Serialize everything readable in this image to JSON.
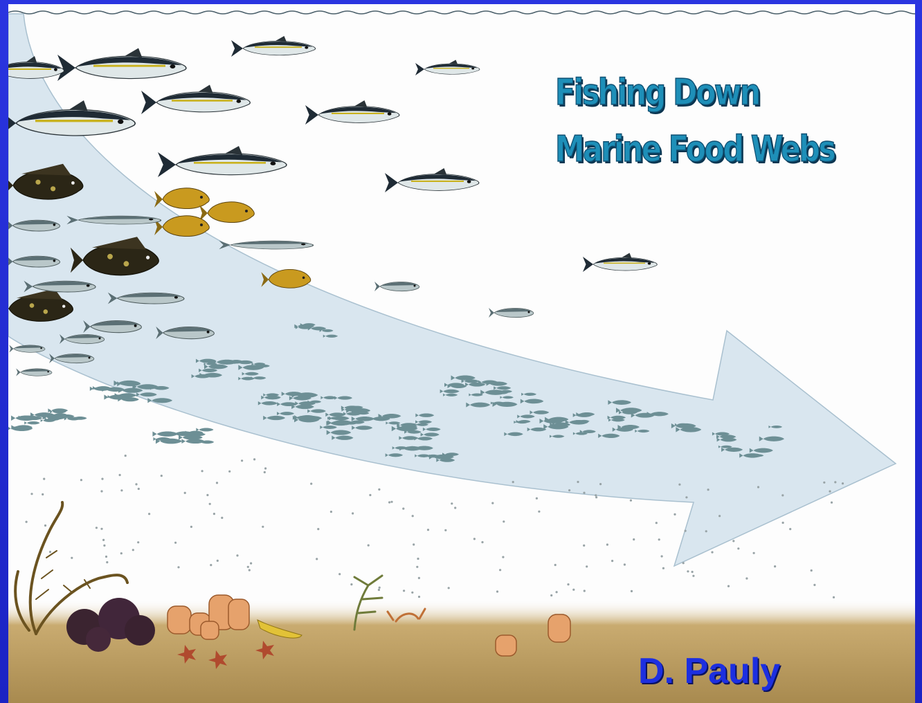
{
  "title": {
    "line1": "Fishing Down",
    "line2": "Marine Food Webs"
  },
  "credit": "D. Pauly",
  "colors": {
    "frame": "#1b23c4",
    "panel": "#fdfdfd",
    "arrow_fill": "#d9e6ef",
    "arrow_stroke": "#a9c0cf",
    "seabed": "#b8975a",
    "title": "#1e8fb8",
    "credit": "#1d2fe0",
    "water_line": "#4a5f6a"
  },
  "icons": {
    "arrow": "fishing-down-arrow-icon",
    "large_fish": "tuna-icon",
    "medium_fish": "grouper-icon",
    "small_fish": "sardine-icon",
    "plankton": "plankton-icon",
    "seabed": "seabed-icon"
  }
}
